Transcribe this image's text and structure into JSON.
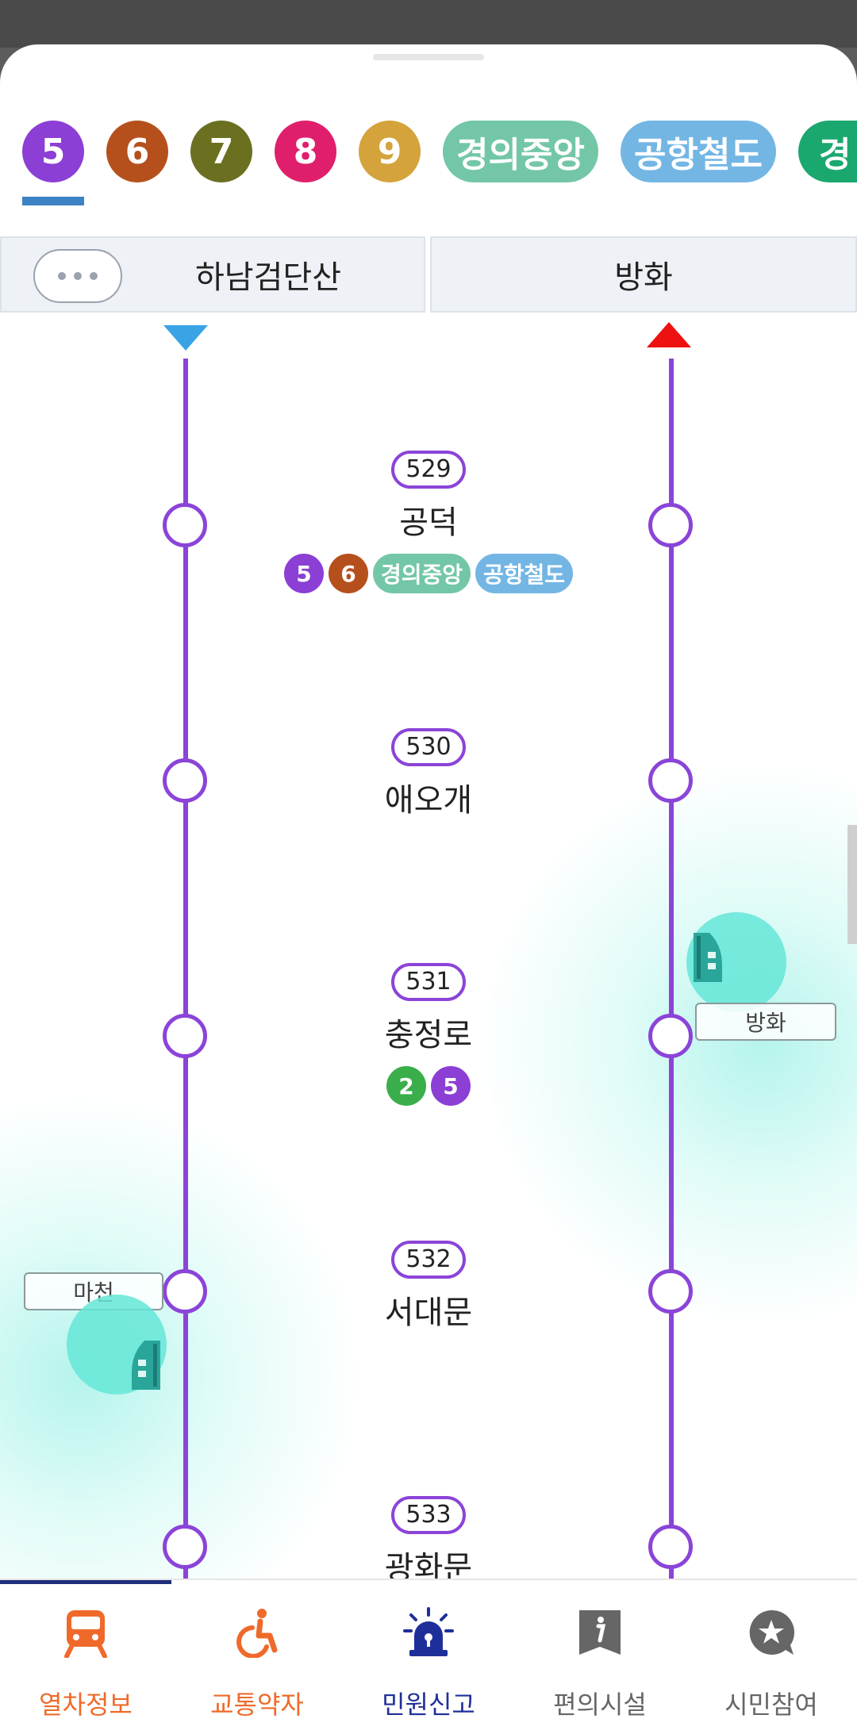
{
  "lines": [
    {
      "label": "5",
      "color": "#8b3fd4",
      "selected": true
    },
    {
      "label": "6",
      "color": "#b5501d"
    },
    {
      "label": "7",
      "color": "#6b7021"
    },
    {
      "label": "8",
      "color": "#e01f6c"
    },
    {
      "label": "9",
      "color": "#d4a33c"
    },
    {
      "label": "경의중앙",
      "color": "#73c7a6"
    },
    {
      "label": "공항철도",
      "color": "#73b6e4"
    },
    {
      "label": "경",
      "color": "#1aa86e"
    }
  ],
  "directions": {
    "left": "하남검단산",
    "right": "방화",
    "left_arrow_color": "#3aa3e6",
    "right_arrow_color": "#ee1111"
  },
  "stations": [
    {
      "code": "529",
      "name": "공덕",
      "transfers": [
        {
          "label": "5",
          "color": "#8b3fd4"
        },
        {
          "label": "6",
          "color": "#b5501d"
        },
        {
          "label": "경의중앙",
          "color": "#73c7a6"
        },
        {
          "label": "공항철도",
          "color": "#73b6e4"
        }
      ]
    },
    {
      "code": "530",
      "name": "애오개",
      "transfers": []
    },
    {
      "code": "531",
      "name": "충정로",
      "transfers": [
        {
          "label": "2",
          "color": "#3aae4a"
        },
        {
          "label": "5",
          "color": "#8b3fd4"
        }
      ]
    },
    {
      "code": "532",
      "name": "서대문",
      "transfers": []
    },
    {
      "code": "533",
      "name": "광화문",
      "transfers": []
    }
  ],
  "trains": {
    "right_label": "방화",
    "left_label": "마천"
  },
  "nav": [
    {
      "label": "열차정보",
      "icon": "train-icon",
      "color": "#ef6a2a"
    },
    {
      "label": "교통약자",
      "icon": "wheelchair-icon",
      "color": "#ef6a2a"
    },
    {
      "label": "민원신고",
      "icon": "siren-icon",
      "color": "#1f2f9a"
    },
    {
      "label": "편의시설",
      "icon": "info-icon",
      "color": "#666666"
    },
    {
      "label": "시민참여",
      "icon": "star-chat-icon",
      "color": "#666666"
    }
  ]
}
